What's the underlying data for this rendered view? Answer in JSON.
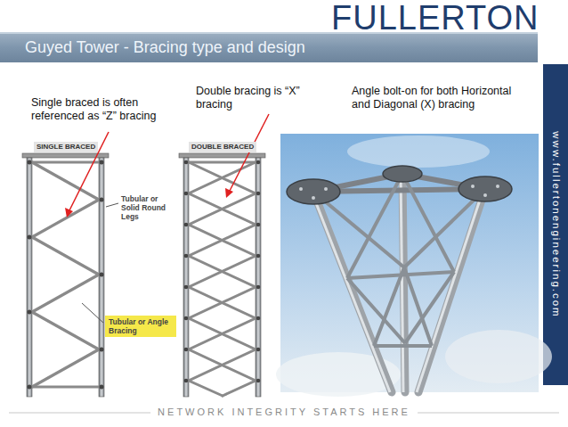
{
  "diagram": {
    "title": "Guyed Tower - Bracing type and design",
    "nodes": [
      {
        "text": [
          "Tubular or Angle Bracing"
        ]
      }
    ],
    "labels": [
      "FULLERTON",
      "Single braced is often referenced as “Z” bracing",
      "Double bracing is “X” bracing",
      "Angle bolt-on for both Horizontal and Diagonal (X) bracing",
      "SINGLE BRACED",
      "DOUBLE BRACED",
      "Tubular or Solid Round Legs",
      "www.fullertonengineering.com",
      "NETWORK INTEGRITY STARTS HERE"
    ]
  }
}
